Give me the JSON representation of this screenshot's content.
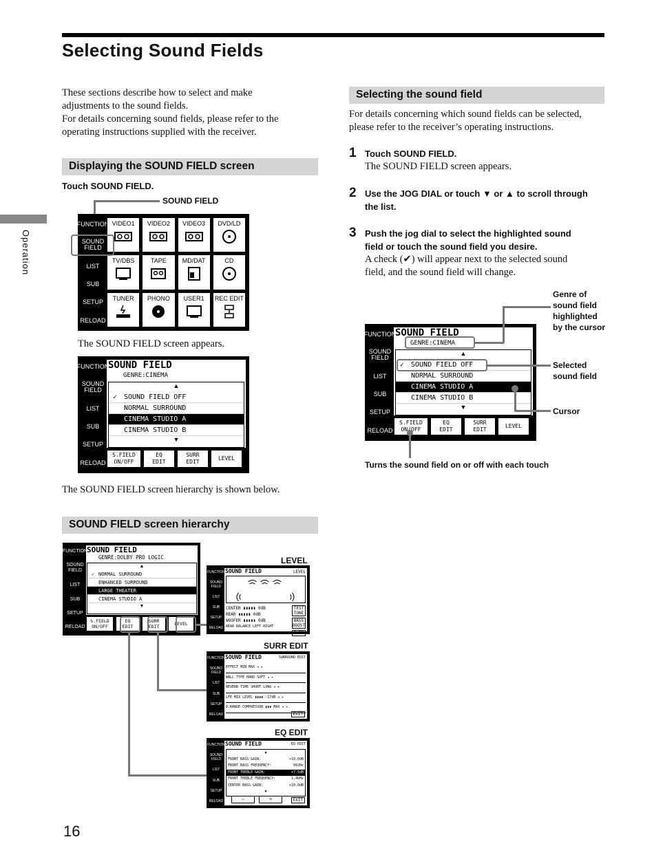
{
  "title": "Selecting Sound Fields",
  "side_tab": "Operation",
  "intro": "These sections describe how to select and make adjustments to the sound fields. For details concerning sound fields, please refer to the operating instructions supplied with the receiver.",
  "intro_lines": [
    "These sections describe how to select and make",
    "adjustments to the sound fields.",
    "For details concerning sound fields, please refer to the",
    "operating instructions supplied with the receiver."
  ],
  "section_display": {
    "header": "Displaying the SOUND FIELD screen",
    "instruction": "Touch SOUND FIELD.",
    "callout": "SOUND FIELD",
    "appears": "The SOUND FIELD screen appears.",
    "hierarchy_note": "The SOUND FIELD screen hierarchy is shown below."
  },
  "menu_screen": {
    "side": [
      "FUNCTION",
      "SOUND FIELD",
      "LIST",
      "SUB",
      "SETUP",
      "RELOAD"
    ],
    "cells": [
      "VIDEO1",
      "VIDEO2",
      "VIDEO3",
      "DVD/LD",
      "TV/DBS",
      "TAPE",
      "MD/DAT",
      "CD",
      "TUNER",
      "PHONO",
      "USER1",
      "REC EDIT"
    ]
  },
  "sf_screen": {
    "side": [
      "FUNCTION",
      "SOUND FIELD",
      "LIST",
      "SUB",
      "SETUP",
      "RELOAD"
    ],
    "title": "SOUND FIELD",
    "genre": "GENRE:CINEMA",
    "rows": [
      "SOUND FIELD OFF",
      "NORMAL SURROUND",
      "CINEMA STUDIO A",
      "CINEMA STUDIO B"
    ],
    "check": "✓",
    "buttons": [
      [
        "S.FIELD",
        "ON/OFF"
      ],
      [
        "EQ",
        "EDIT"
      ],
      [
        "SURR",
        "EDIT"
      ],
      [
        "LEVEL",
        ""
      ]
    ]
  },
  "section_hierarchy": {
    "header": "SOUND FIELD screen hierarchy",
    "main": {
      "title": "SOUND FIELD",
      "genre": "GENRE:DOLBY PRO LOGIC",
      "rows": [
        "NORMAL SURROUND",
        "ENHANCED SURROUND",
        "LARGE THEATER",
        "CINEMA STUDIO A"
      ],
      "buttons": [
        [
          "S.FIELD",
          "ON/OFF"
        ],
        [
          "EQ",
          "EDIT"
        ],
        [
          "SURR",
          "EDIT"
        ],
        [
          "LEVEL",
          ""
        ]
      ]
    },
    "level": {
      "label": "LEVEL",
      "title": "SOUND FIELD",
      "tag": "LEVEL",
      "rows": [
        [
          "CENTER",
          "0dB"
        ],
        [
          "REAR",
          "0dB"
        ],
        [
          "WOOFER",
          "0dB"
        ],
        [
          "REAR BALANCE",
          "LEFT  RIGHT"
        ]
      ],
      "right_buttons": [
        "TEST TONE",
        "BASS BOOST",
        "EXIT"
      ]
    },
    "surr": {
      "label": "SURR EDIT",
      "title": "SOUND FIELD",
      "tag": "SURROUND EDIT",
      "rows": [
        [
          "EFFECT",
          "MIN  MAX"
        ],
        [
          "WALL TYPE",
          "HARD  SOFT"
        ],
        [
          "REVERB TIME",
          "SHORT  LONG"
        ],
        [
          "LFE MIX LEVEL",
          "-17dB"
        ],
        [
          "D.RANGE COMPRESSOR",
          "MAX"
        ]
      ],
      "exit": "EXIT"
    },
    "eq": {
      "label": "EQ EDIT",
      "title": "SOUND FIELD",
      "tag": "EQ EDIT",
      "rows": [
        [
          "FRONT BASS GAIN:",
          "+10.0dB"
        ],
        [
          "FRONT BASS FREQUENCY:",
          "992Hz"
        ],
        [
          "FRONT TREBLE GAIN:",
          "+7.5dB"
        ],
        [
          "FRONT TREBLE FREQUENCY:",
          "1.4kHz"
        ],
        [
          "CENTER BASS GAIN:",
          "+10.0dB"
        ]
      ],
      "minus": "−",
      "plus": "+",
      "exit": "EXIT"
    }
  },
  "section_select": {
    "header": "Selecting the sound field",
    "intro_lines": [
      "For details concerning which sound fields can be selected,",
      "please refer to the receiver’s operating instructions."
    ],
    "steps": [
      {
        "num": "1",
        "title": [
          "Touch SOUND FIELD."
        ],
        "body": [
          "The SOUND FIELD screen appears."
        ]
      },
      {
        "num": "2",
        "title": [
          "Use the JOG DIAL or touch ▼ or ▲ to scroll through",
          "the list."
        ],
        "body": []
      },
      {
        "num": "3",
        "title": [
          "Push the jog dial to select the highlighted sound",
          "field or touch the sound field you desire."
        ],
        "body": [
          "A check (✔) will appear next to the selected sound",
          "field, and the sound field will change."
        ]
      }
    ],
    "callouts": {
      "genre": [
        "Genre of",
        "sound field",
        "highlighted",
        "by the cursor"
      ],
      "selected": [
        "Selected",
        "sound field"
      ],
      "cursor": [
        "Cursor"
      ],
      "onoff": "Turns the sound field on or off with each touch"
    }
  },
  "page_number": "16"
}
